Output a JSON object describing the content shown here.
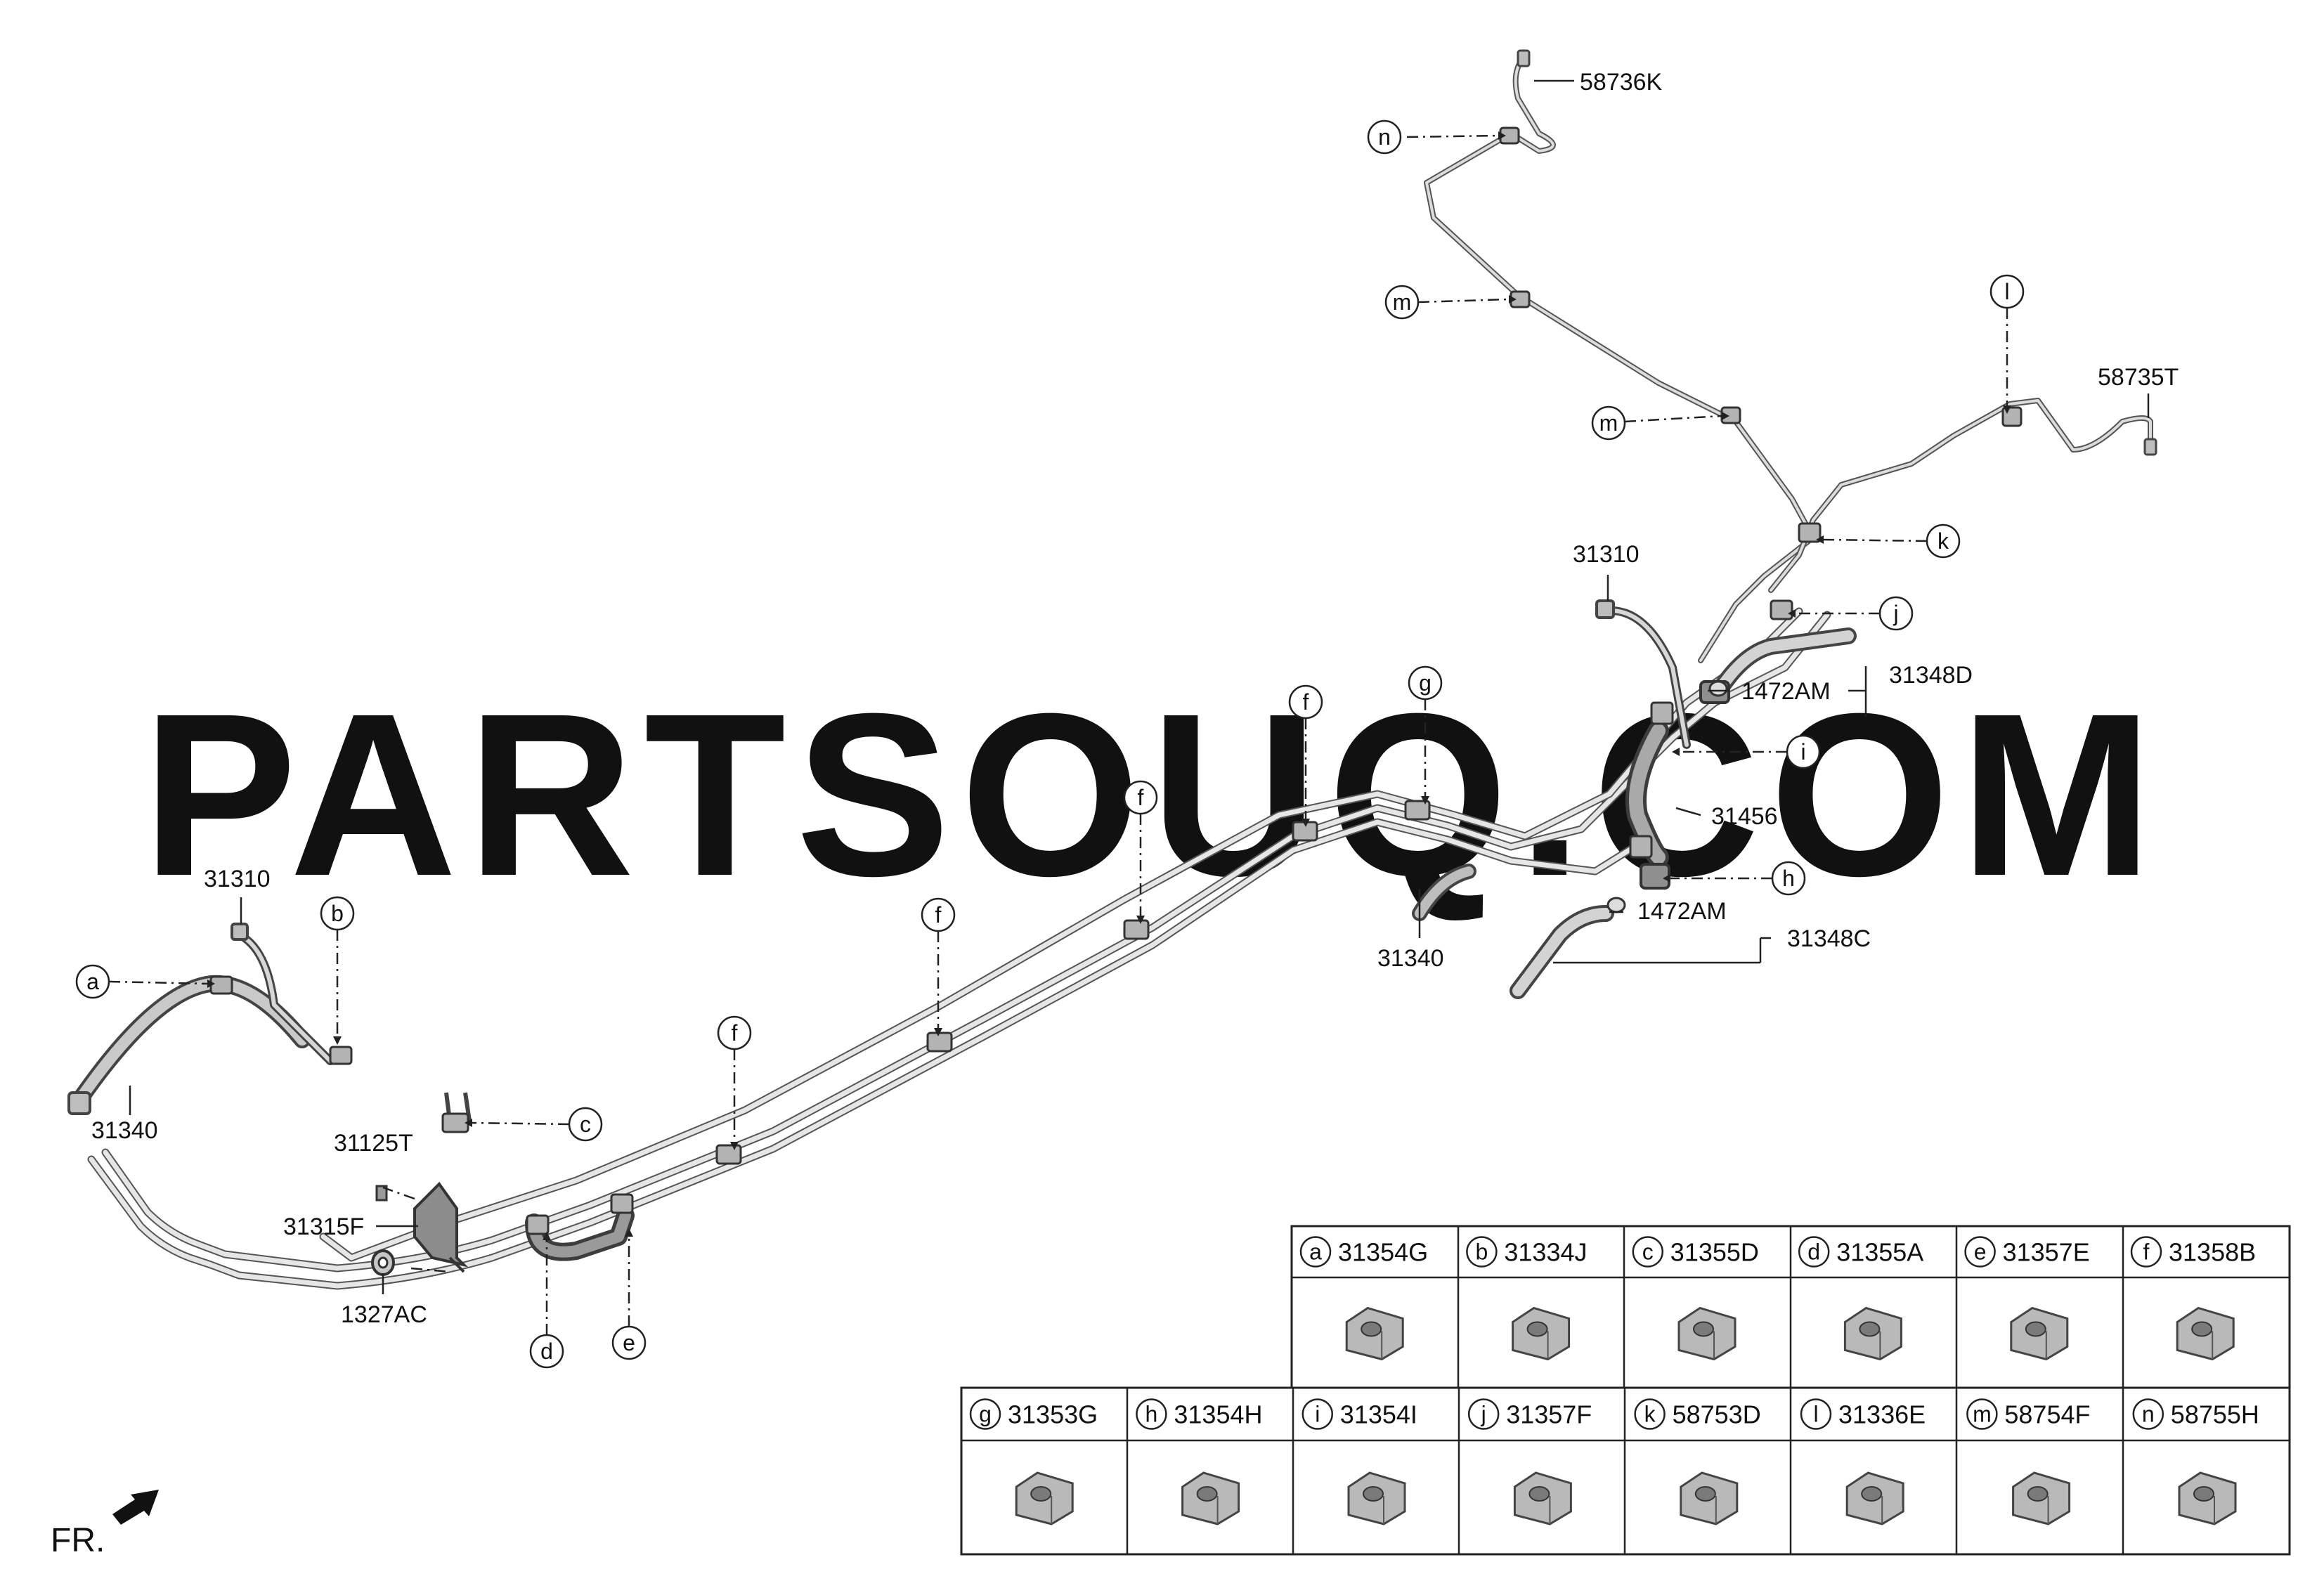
{
  "watermark": "PARTSOUQ.COM",
  "front_label": "FR.",
  "callouts": {
    "a": "a",
    "b": "b",
    "c": "c",
    "d": "d",
    "e": "e",
    "f": "f",
    "g": "g",
    "h": "h",
    "i": "i",
    "j": "j",
    "k": "k",
    "l": "l",
    "m": "m",
    "n": "n"
  },
  "part_numbers": {
    "p58736K": "58736K",
    "p58735T": "58735T",
    "p31310_top": "31310",
    "p31310_left": "31310",
    "p31348D": "31348D",
    "p1472AM_top": "1472AM",
    "p31456": "31456",
    "p1472AM_bottom": "1472AM",
    "p31348C": "31348C",
    "p31340_mid": "31340",
    "p31340_left": "31340",
    "p31125T": "31125T",
    "p31315F": "31315F",
    "p1327AC": "1327AC"
  },
  "legend": [
    {
      "letter": "a",
      "part": "31354G"
    },
    {
      "letter": "b",
      "part": "31334J"
    },
    {
      "letter": "c",
      "part": "31355D"
    },
    {
      "letter": "d",
      "part": "31355A"
    },
    {
      "letter": "e",
      "part": "31357E"
    },
    {
      "letter": "f",
      "part": "31358B"
    },
    {
      "letter": "g",
      "part": "31353G"
    },
    {
      "letter": "h",
      "part": "31354H"
    },
    {
      "letter": "i",
      "part": "31354I"
    },
    {
      "letter": "j",
      "part": "31357F"
    },
    {
      "letter": "k",
      "part": "58753D"
    },
    {
      "letter": "l",
      "part": "31336E"
    },
    {
      "letter": "m",
      "part": "58754F"
    },
    {
      "letter": "n",
      "part": "58755H"
    }
  ]
}
